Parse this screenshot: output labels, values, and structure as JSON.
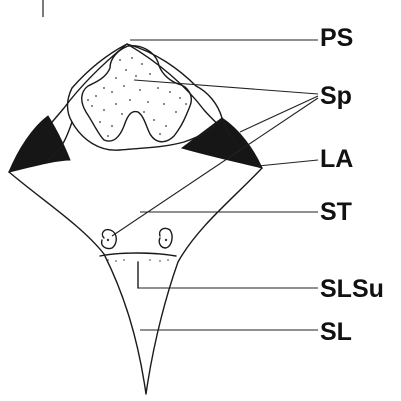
{
  "figure": {
    "labels": {
      "ps": "PS",
      "sp": "Sp",
      "la": "LA",
      "st": "ST",
      "slsu": "SLSu",
      "sl": "SL"
    }
  }
}
